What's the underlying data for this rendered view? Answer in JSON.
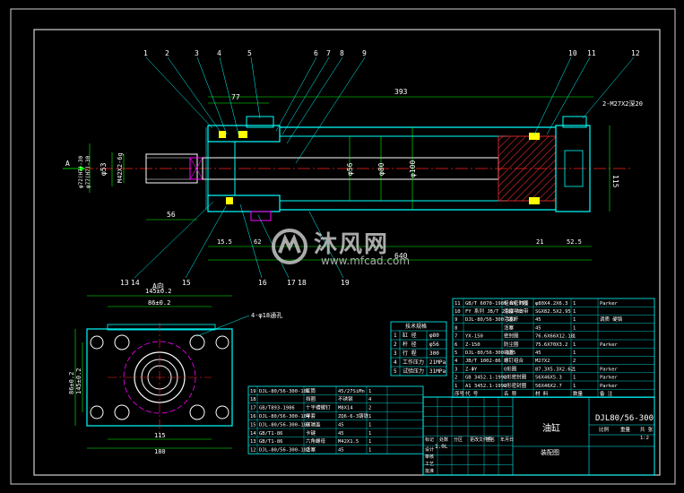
{
  "colors": {
    "frame": "#d0d0d0",
    "outline": "#00ffff",
    "cut": "#ffffff",
    "center": "#ff2020",
    "dim": "#00ff00",
    "hatch": "#ff3030",
    "hidden": "#ff00ff",
    "bolt": "#ffff00"
  },
  "balloons": {
    "top": [
      "1",
      "2",
      "3",
      "4",
      "5",
      "6",
      "7",
      "8",
      "9",
      "10",
      "11",
      "12"
    ],
    "bottom": [
      "13",
      "14",
      "15",
      "16",
      "17",
      "18",
      "19"
    ]
  },
  "dims": {
    "overall": "393",
    "port_len": "77",
    "port_thread": "2-M27X2深20",
    "bore_height": "115",
    "rod_dia": "φ56",
    "bore_dia": "φ80",
    "tube_dia": "φ100",
    "rod_end_dia": "φ53",
    "rod_thread": "M42X2-6g",
    "rod_end_text1": "φ72(H7)-30",
    "rod_end_text2": "φ77(H7)-30",
    "rod_ext": "56",
    "d_15": "15.5",
    "d_62": "62",
    "stroke": "640",
    "d_21": "21",
    "d_52": "52.5",
    "view_a": "A",
    "view_a_label": "A向",
    "flange_w1": "145±0.2",
    "flange_w2": "86±0.2",
    "flange_h1": "86±0.2",
    "flange_h2": "145±0.2",
    "flange_note": "4-φ18通孔",
    "flange_115": "115",
    "flange_180": "180"
  },
  "spec_table": {
    "title": "技术规格",
    "rows": [
      [
        "1",
        "缸 径",
        "φ80"
      ],
      [
        "2",
        "杆 径",
        "φ56"
      ],
      [
        "3",
        "行 程",
        "300"
      ],
      [
        "4",
        "工作压力",
        "21MPa"
      ],
      [
        "5",
        "试验压力",
        "31MPa"
      ]
    ]
  },
  "bom_upper": [
    [
      "11",
      "GB/T 6070-1985 0X.791",
      "组合密封圈",
      "φ80X4.2X6.3",
      "1",
      "Parker"
    ],
    [
      "10",
      "FY 系列 JB/T 2982-93",
      "活塞导向带",
      "SGX82.5X2.95",
      "1",
      ""
    ],
    [
      "9",
      "DJL-80/56-300-103",
      "活塞杆",
      "45",
      "1",
      "调质 硬铬"
    ],
    [
      "8",
      "",
      "活塞",
      "45",
      "1",
      ""
    ],
    [
      "7",
      "YX-150",
      "密封圈",
      "76.6X66X12.18",
      "1",
      ""
    ],
    [
      "6",
      "Z-150",
      "防尘圈",
      "75.6X70X3.2",
      "1",
      "Parker"
    ],
    [
      "5",
      "DJL-80/56-300-105",
      "端盖",
      "45",
      "1",
      ""
    ],
    [
      "4",
      "JB/T 1002-86",
      "螺钉组合",
      "M27X2",
      "2",
      ""
    ],
    [
      "3",
      "Z-ΦY",
      "O形圈",
      "87.3X5.3X2.62",
      "1",
      "Parker"
    ],
    [
      "2",
      "GB 3452.1-1992",
      "O形密封圈",
      "56X46X5.3",
      "1",
      "Parker"
    ],
    [
      "1",
      "A1 3452.1-1992",
      "O形密封圈",
      "56X46X2.7",
      "1",
      "Parker"
    ],
    [
      "序号",
      "代 号",
      "名 称",
      "材 料",
      "数量",
      "备 注"
    ]
  ],
  "bom_lower": [
    [
      "19",
      "DJL-80/56-300-101",
      "缸筒",
      "45/27SiMn",
      "1",
      ""
    ],
    [
      "18",
      "",
      "挡圈",
      "不锈钢",
      "4",
      ""
    ],
    [
      "17",
      "GB/T893-1986",
      "十字槽螺钉",
      "M8X14",
      "2",
      ""
    ],
    [
      "16",
      "DJL-80/56-300-104",
      "导套",
      "ZQ6-6-3铸铁",
      "1",
      ""
    ],
    [
      "15",
      "DJL-80/56-300-103",
      "前端盖",
      "45",
      "1",
      ""
    ],
    [
      "14",
      "GB/T1-86",
      "卡键",
      "45",
      "1",
      ""
    ],
    [
      "13",
      "GB/T1-86",
      "六角螺母",
      "M42X1.5",
      "1",
      ""
    ],
    [
      "12",
      "DJL-80/56-300-102",
      "活塞",
      "45",
      "1",
      ""
    ]
  ],
  "title_block": {
    "part_name": "油缸",
    "drawing_no": "DJL80/56-300",
    "sub_label": "装配图",
    "scale_label": "比例",
    "scale": "1:2",
    "weight_label": "重量",
    "sheet_label": "共 张",
    "mark": "1.0L",
    "row_labels": [
      "标记",
      "处数",
      "分区",
      "更改文件号",
      "签名",
      "年月日"
    ],
    "role_labels": [
      "设计",
      "审核",
      "工艺",
      "批准"
    ]
  },
  "watermark": {
    "text": "沐风网",
    "url": "www.mfcad.com"
  }
}
